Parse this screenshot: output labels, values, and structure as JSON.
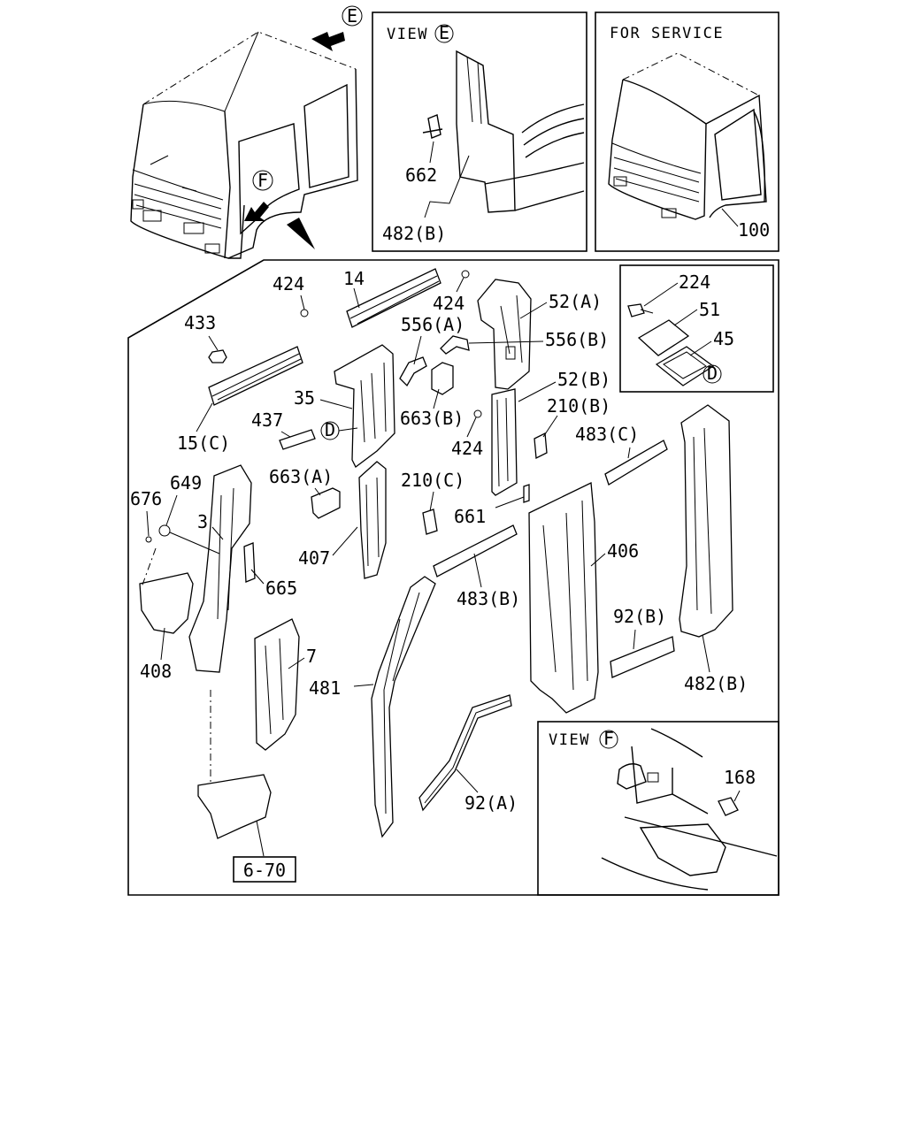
{
  "callouts": {
    "e": "E",
    "f": "F",
    "d1": "D",
    "d2": "D"
  },
  "view_e": {
    "title": "VIEW",
    "label_662": "662",
    "label_482b": "482(B)"
  },
  "for_service": {
    "title": "FOR SERVICE",
    "label_100": "100"
  },
  "inset_d": {
    "label_224": "224",
    "label_51": "51",
    "label_45": "45"
  },
  "view_f": {
    "title": "VIEW",
    "label_168": "168"
  },
  "parts": {
    "p424a": "424",
    "p14": "14",
    "p424b": "424",
    "p52a": "52(A)",
    "p433": "433",
    "p556a": "556(A)",
    "p556b": "556(B)",
    "p52b": "52(B)",
    "p35": "35",
    "p663b": "663(B)",
    "p210b": "210(B)",
    "p437": "437",
    "p424c": "424",
    "p15c": "15(C)",
    "p483c": "483(C)",
    "p663a": "663(A)",
    "p649": "649",
    "p210c": "210(C)",
    "p676": "676",
    "p661": "661",
    "p3": "3",
    "p406": "406",
    "p407": "407",
    "p665": "665",
    "p483b": "483(B)",
    "p92b": "92(B)",
    "p408": "408",
    "p7": "7",
    "p481": "481",
    "p482b": "482(B)",
    "p92a": "92(A)",
    "ref670": "6-70"
  }
}
